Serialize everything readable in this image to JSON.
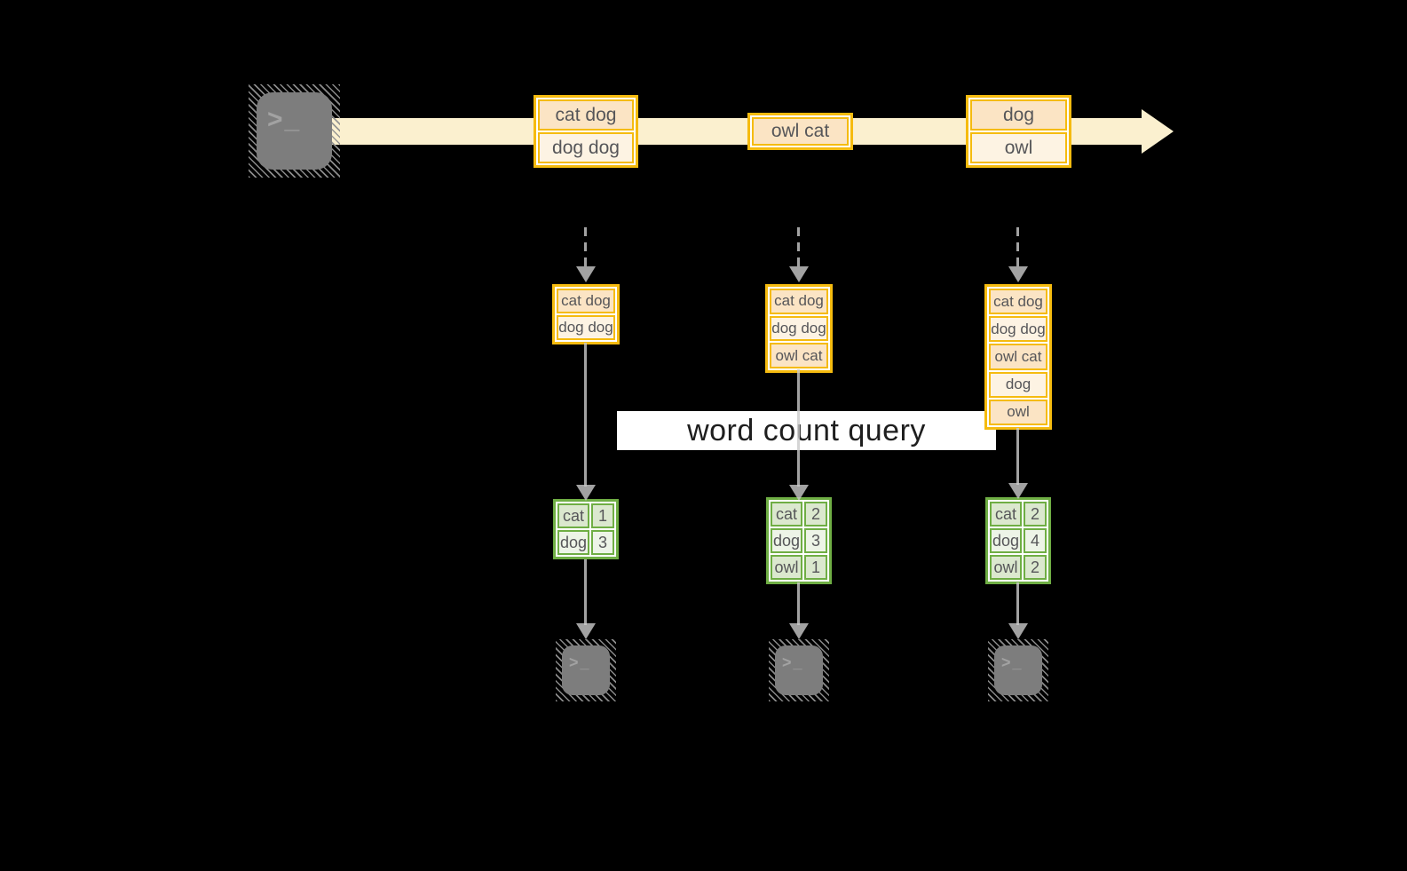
{
  "query_label": "word count query",
  "prompt": {
    "chevron": ">",
    "cursor": "_"
  },
  "palette": {
    "background": "#000000",
    "stream_band": "#FBF0CF",
    "orange_border": "#F5BB0F",
    "orange_fill_dark": "#FBE4C4",
    "orange_fill_light": "#FDF3E3",
    "green_border": "#6FAE44",
    "green_fill_dark": "#DBE8CE",
    "green_fill_light": "#EDF4E7",
    "arrow_gray": "#9D9D9D",
    "terminal_gray": "#7D7D7D",
    "label_background": "#FFFFFF",
    "text_color": "#565659"
  },
  "stream": {
    "batches": [
      {
        "lines": [
          "cat dog",
          "dog dog"
        ]
      },
      {
        "lines": [
          "owl cat"
        ]
      },
      {
        "lines": [
          "dog",
          "owl"
        ]
      }
    ]
  },
  "micro_batches": [
    {
      "lines": [
        "cat dog",
        "dog dog"
      ]
    },
    {
      "lines": [
        "cat dog",
        "dog dog",
        "owl cat"
      ]
    },
    {
      "lines": [
        "cat dog",
        "dog dog",
        "owl cat",
        "dog",
        "owl"
      ]
    }
  ],
  "word_counts": [
    {
      "rows": [
        {
          "word": "cat",
          "count": "1"
        },
        {
          "word": "dog",
          "count": "3"
        }
      ]
    },
    {
      "rows": [
        {
          "word": "cat",
          "count": "2"
        },
        {
          "word": "dog",
          "count": "3"
        },
        {
          "word": "owl",
          "count": "1"
        }
      ]
    },
    {
      "rows": [
        {
          "word": "cat",
          "count": "2"
        },
        {
          "word": "dog",
          "count": "4"
        },
        {
          "word": "owl",
          "count": "2"
        }
      ]
    }
  ]
}
